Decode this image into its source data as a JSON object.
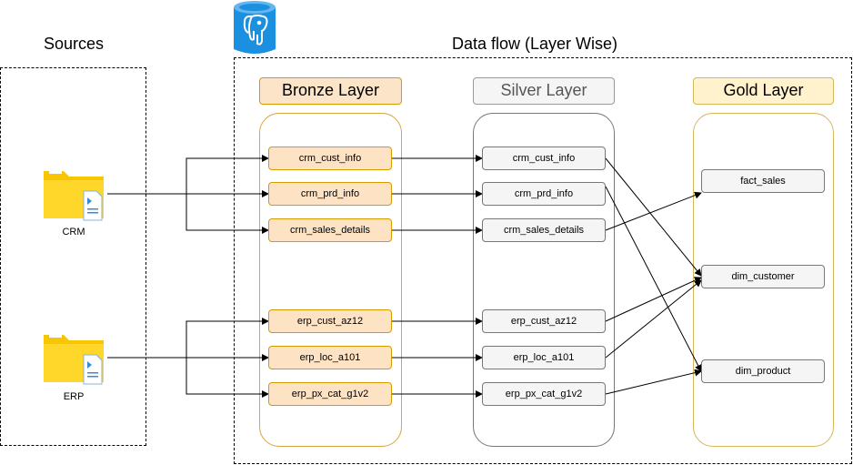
{
  "sources": {
    "heading": "Sources",
    "items": [
      {
        "id": "crm",
        "label": "CRM"
      },
      {
        "id": "erp",
        "label": "ERP"
      }
    ]
  },
  "flow": {
    "heading": "Data flow (Layer Wise)",
    "db_icon": "postgresql-icon"
  },
  "layers": {
    "bronze": {
      "title": "Bronze Layer",
      "tables": [
        "crm_cust_info",
        "crm_prd_info",
        "crm_sales_details",
        "erp_cust_az12",
        "erp_loc_a101",
        "erp_px_cat_g1v2"
      ]
    },
    "silver": {
      "title": "Silver Layer",
      "tables": [
        "crm_cust_info",
        "crm_prd_info",
        "crm_sales_details",
        "erp_cust_az12",
        "erp_loc_a101",
        "erp_px_cat_g1v2"
      ]
    },
    "gold": {
      "title": "Gold Layer",
      "tables": [
        "fact_sales",
        "dim_customer",
        "dim_product"
      ]
    }
  },
  "colors": {
    "bronze_fill": "#fde3c4",
    "bronze_border": "#d79b00",
    "silver_fill": "#f5f5f5",
    "gold_fill": "#fff2cc",
    "gold_border": "#d6b656",
    "folder": "#f7c600",
    "db_icon_blue": "#1b8fe0"
  }
}
